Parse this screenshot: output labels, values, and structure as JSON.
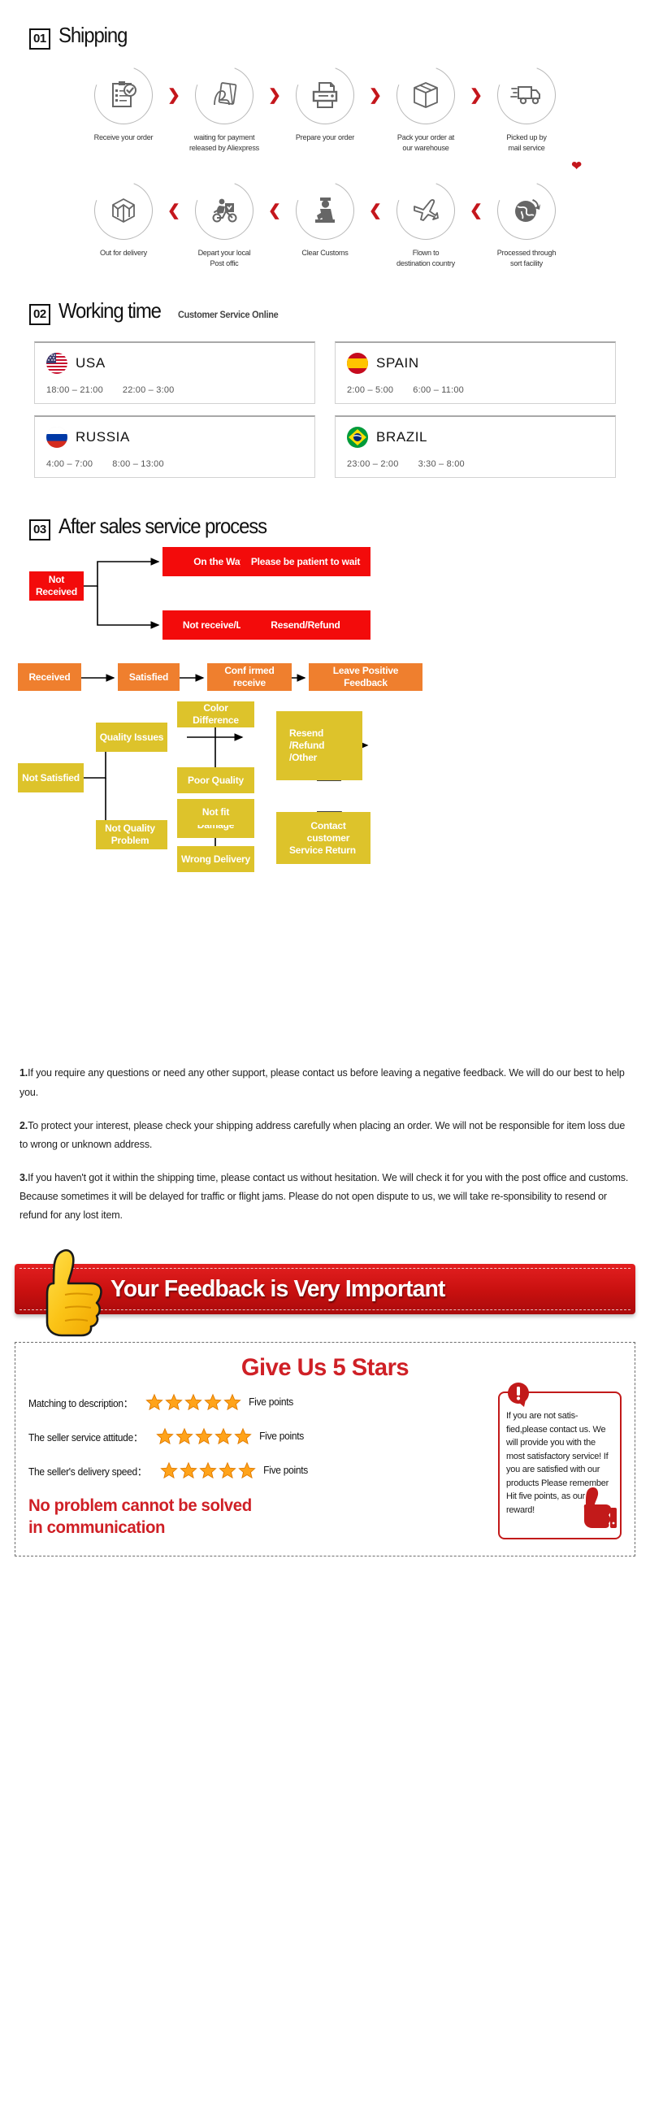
{
  "sections": {
    "shipping": {
      "num": "01",
      "title": "Shipping"
    },
    "working": {
      "num": "02",
      "title": "Working time",
      "subtitle": "Customer Service Online"
    },
    "after_sales": {
      "num": "03",
      "title": "After sales service process"
    }
  },
  "shipping_steps_row1": [
    {
      "icon": "clipboard-check-icon",
      "label": "Receive your order"
    },
    {
      "icon": "hand-card-icon",
      "label": "waiting for payment\nreleased by Aliexpress"
    },
    {
      "icon": "printer-icon",
      "label": "Prepare your order"
    },
    {
      "icon": "box-icon",
      "label": "Pack your order at\nour warehouse"
    },
    {
      "icon": "truck-icon",
      "label": "Picked up by\nmail service"
    }
  ],
  "shipping_steps_row2": [
    {
      "icon": "open-box-icon",
      "label": "Out  for delivery"
    },
    {
      "icon": "scooter-delivery-icon",
      "label": "Depart your local\nPost offic"
    },
    {
      "icon": "customs-officer-icon",
      "label": "Clear Customs"
    },
    {
      "icon": "airplane-icon",
      "label": "Flown to\ndestination country"
    },
    {
      "icon": "globe-arrow-icon",
      "label": "Processed through\nsort facility"
    }
  ],
  "working_time": [
    {
      "flag": "flag-usa-icon",
      "country": "USA",
      "slots": [
        "18:00 – 21:00",
        "22:00 – 3:00"
      ]
    },
    {
      "flag": "flag-spain-icon",
      "country": "SPAIN",
      "slots": [
        "2:00 – 5:00",
        "6:00 – 11:00"
      ]
    },
    {
      "flag": "flag-russia-icon",
      "country": "RUSSIA",
      "slots": [
        "4:00 – 7:00",
        "8:00 – 13:00"
      ]
    },
    {
      "flag": "flag-brazil-icon",
      "country": "BRAZIL",
      "slots": [
        "23:00 – 2:00",
        "3:30 – 8:00"
      ]
    }
  ],
  "flow": {
    "not_received": "Not Received",
    "on_the_way": "On the Way",
    "please_wait": "Please be patient to wait",
    "not_receive_lost": "Not receive/Lost",
    "resend_refund": "Resend/Refund",
    "received": "Received",
    "satisfied": "Satisfied",
    "confirmed_receive": "Conf irmed receive",
    "leave_positive_feedback": "Leave Positive Feedback",
    "not_satisfied": "Not Satisfied",
    "quality_issues": "Quality Issues",
    "color_difference": "Color Difference",
    "poor_quality": "Poor Quality",
    "damage": "Damage",
    "resend_refund_other_1": "Resend",
    "resend_refund_other_2": "/Refund",
    "resend_refund_other_3": "/Other",
    "not_quality_problem_1": "Not Quality",
    "not_quality_problem_2": "Problem",
    "not_fit": "Not fit",
    "wrong_delivery": "Wrong Delivery",
    "contact_customer_1": "Contact customer",
    "contact_customer_2": "Service Return"
  },
  "colors": {
    "red": "#f30b0b",
    "orange": "#ef7f2e",
    "yellow": "#ddc32b",
    "banner_red": "#c8100f",
    "accent_red": "#c4161c"
  },
  "notes": [
    {
      "num": "1.",
      "text": "If you require any questions or need any other support, please contact us before leaving a negative feedback. We will do our best to help you."
    },
    {
      "num": "2.",
      "text": "To protect your interest, please check your shipping address carefully when placing an order. We will not be responsible for item loss due to wrong or unknown address."
    },
    {
      "num": "3.",
      "text": "If you haven't got it within the shipping time, please contact us without hesitation. We will check it for you with the post office and customs. Because sometimes it will be delayed for traffic or flight jams. Please do not open dispute to us, we will take re-sponsibility to resend or refund for any lost item."
    }
  ],
  "banner": {
    "text": "Your Feedback is Very Important",
    "icon": "thumbs-up-icon"
  },
  "stars": {
    "title": "Give Us 5 Stars",
    "rows": [
      {
        "label": "Matching to description：",
        "count": 5,
        "points": "Five points"
      },
      {
        "label": "The seller service attitude：",
        "count": 5,
        "points": "Five points"
      },
      {
        "label": "The seller's delivery speed：",
        "count": 5,
        "points": "Five points"
      }
    ],
    "slogan_1": "No problem cannot be solved",
    "slogan_2": "in communication",
    "warning": "If you are not satis-fied,please contact us. We will provide you with the most satisfactory service! If you are satisfied with our products Please remember Hit five points, as our reward!"
  }
}
